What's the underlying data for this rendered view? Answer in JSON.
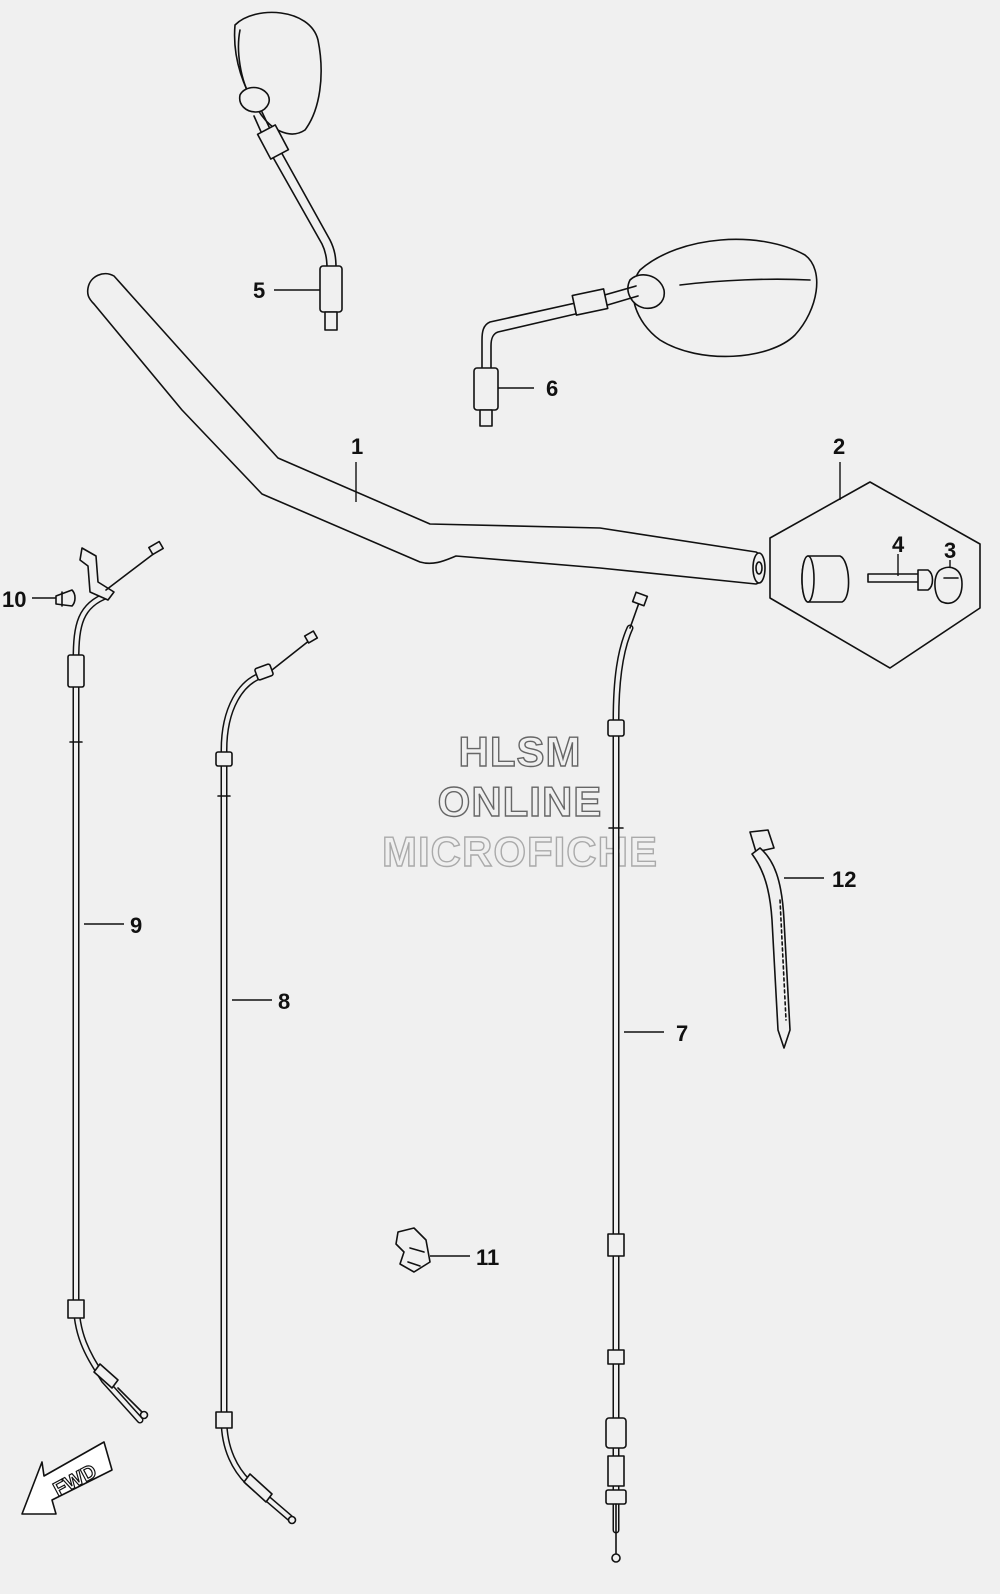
{
  "watermark": {
    "line1": "HLSM",
    "line2": "ONLINE",
    "line3": "MICROFICHE"
  },
  "fwd": {
    "label": "FWD"
  },
  "parts": {
    "p1": "1",
    "p2": "2",
    "p3": "3",
    "p4": "4",
    "p5": "5",
    "p6": "6",
    "p7": "7",
    "p8": "8",
    "p9": "9",
    "p10": "10",
    "p11": "11",
    "p12": "12"
  },
  "icons": {
    "mirror": "mirror-icon",
    "handlebar": "handlebar-icon",
    "cable": "cable-icon",
    "arrow": "fwd-arrow-icon"
  }
}
